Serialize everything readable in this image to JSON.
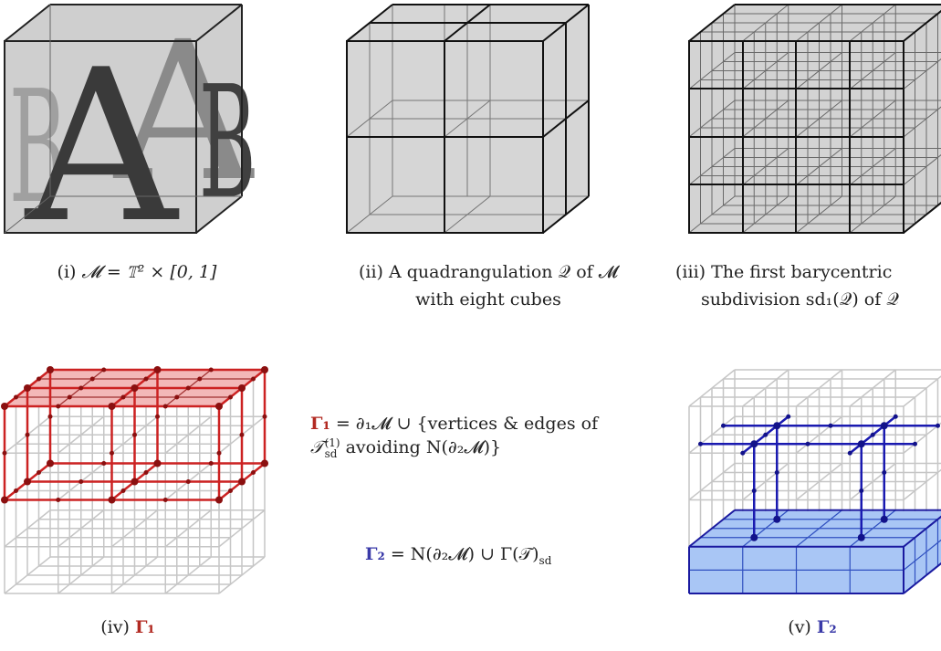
{
  "captions": {
    "i": {
      "tag": "(i)",
      "math": "𝓜 = 𝕋² × [0, 1]"
    },
    "ii": {
      "tag": "(ii)",
      "line1": "A quadrangulation 𝒬 of 𝓜",
      "line2": "with eight cubes"
    },
    "iii": {
      "tag": "(iii)",
      "line1": "The first barycentric",
      "line2": "subdivision sd₁(𝒬) of 𝒬"
    },
    "iv": {
      "tag": "(iv)",
      "label": "Γ₁"
    },
    "v": {
      "tag": "(v)",
      "label": "Γ₂"
    }
  },
  "equations": {
    "gamma1": {
      "label": "Γ₁",
      "line1_rest": " = ∂₁𝓜 ∪ {vertices & edges of",
      "line2": " avoiding N(∂₂𝓜)}",
      "tsym": "𝒯",
      "tsub": "sd",
      "tsup": "(1)"
    },
    "gamma2": {
      "label": "Γ₂",
      "rest": " = N(∂₂𝓜) ∪ Γ(𝒯)",
      "sub": "sd"
    }
  },
  "cube_letters": {
    "front": "A",
    "back": "A",
    "left": "B",
    "right": "B"
  },
  "colors": {
    "red": "#cc2222",
    "red_dark": "#8b1010",
    "blue": "#1a1ab0",
    "blue_dark": "#12128a",
    "face": "#d6d6d6",
    "grid": "#c8c8c8"
  }
}
